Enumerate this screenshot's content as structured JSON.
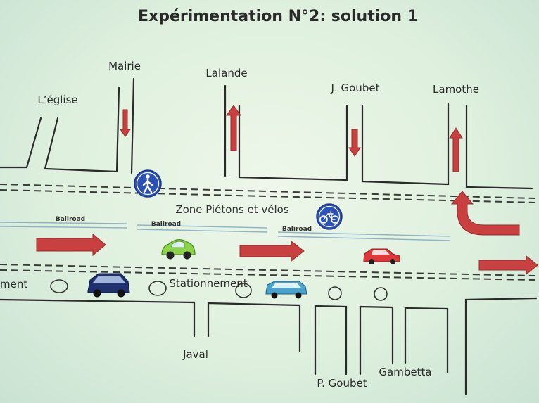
{
  "title": "Expérimentation N°2: solution 1",
  "streets": {
    "eglise": "L’église",
    "mairie": "Mairie",
    "lalande": "Lalande",
    "jgoubet": "J. Goubet",
    "lamothe": "Lamothe",
    "javal": "Javal",
    "pgoubet": "P. Goubet",
    "gambetta": "Gambetta"
  },
  "zone_label": "Zone Piétons et vélos",
  "baliroad_label": "Baliroad",
  "parking": {
    "left_label": "ment",
    "center_label": "Stationnement"
  },
  "icons": {
    "pedestrian": "pedestrian-icon",
    "bicycle": "bicycle-icon"
  },
  "colors": {
    "arrow": "#c94040",
    "sign": "#2c52b8",
    "car_green": "#8bd44a",
    "car_red": "#e0383a",
    "car_navy": "#20306e",
    "car_teal": "#4aa3cf"
  }
}
